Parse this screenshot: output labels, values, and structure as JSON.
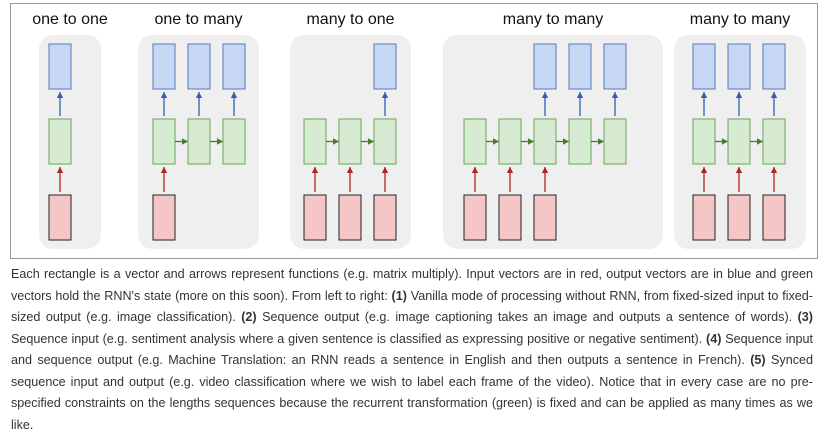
{
  "panels": [
    {
      "title": "one to one",
      "inputs": [
        0
      ],
      "hidden": 1,
      "outputs": [
        0
      ]
    },
    {
      "title": "one to many",
      "inputs": [
        0
      ],
      "hidden": 3,
      "outputs": [
        0,
        1,
        2
      ]
    },
    {
      "title": "many to one",
      "inputs": [
        0,
        1,
        2
      ],
      "hidden": 3,
      "outputs": [
        2
      ]
    },
    {
      "title": "many to many",
      "inputs": [
        0,
        1,
        2
      ],
      "hidden": 5,
      "outputs": [
        2,
        3,
        4
      ]
    },
    {
      "title": "many to many",
      "inputs": [
        0,
        1,
        2
      ],
      "hidden": 3,
      "outputs": [
        0,
        1,
        2
      ]
    }
  ],
  "colors": {
    "panel_bg": "#efefef",
    "input_fill": "#f4c7c6",
    "input_stroke": "#222222",
    "hidden_fill": "#d6ebd1",
    "hidden_stroke": "#6aa45a",
    "output_fill": "#c6d7f4",
    "output_stroke": "#5a7ab8",
    "arrow_input": "#b22222",
    "arrow_hidden": "#4a7a30",
    "arrow_output": "#2c5fb0"
  },
  "caption": {
    "intro": "Each rectangle is a vector and arrows represent functions (e.g. matrix multiply). Input vectors are in red, output vectors are in blue and green vectors hold the RNN's state (more on this soon). From left to right: ",
    "n1": "(1)",
    "t1": " Vanilla mode of processing without RNN, from fixed-sized input to fixed-sized output (e.g. image classification). ",
    "n2": "(2)",
    "t2": " Sequence output (e.g. image captioning takes an image and outputs a sentence of words). ",
    "n3": "(3)",
    "t3": " Sequence input (e.g. sentiment analysis where a given sentence is classified as expressing positive or negative sentiment). ",
    "n4": "(4)",
    "t4": " Sequence input and sequence output (e.g. Machine Translation: an RNN reads a sentence in English and then outputs a sentence in French). ",
    "n5": "(5)",
    "t5": " Synced sequence input and output (e.g. video classification where we wish to label each frame of the video). Notice that in every case are no pre-specified constraints on the lengths sequences because the recurrent transformation (green) is fixed and can be applied as many times as we like."
  }
}
